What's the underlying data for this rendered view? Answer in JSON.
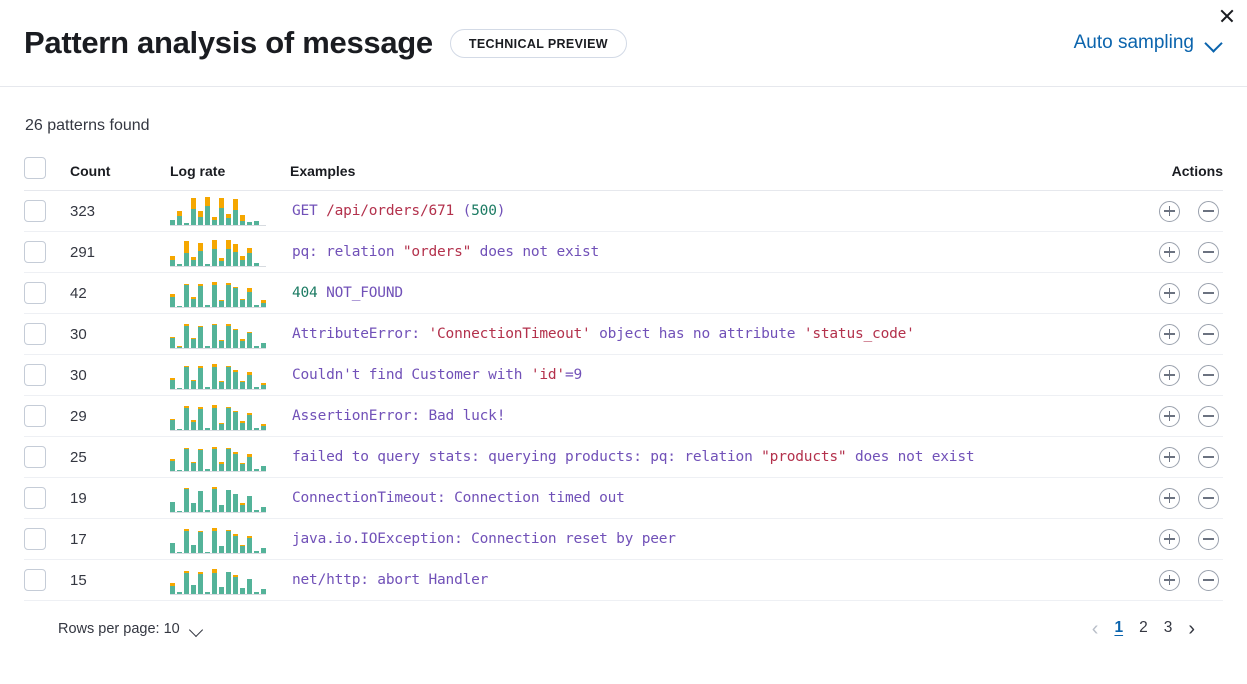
{
  "header": {
    "title": "Pattern analysis of message",
    "badge": "TECHNICAL PREVIEW",
    "sampling_label": "Auto sampling",
    "chevron_icon": "chevron-down-icon",
    "close_icon": "close-icon"
  },
  "summary": {
    "patterns_found": "26 patterns found"
  },
  "table": {
    "columns": {
      "select": "",
      "count": "Count",
      "log_rate": "Log rate",
      "examples": "Examples",
      "actions": "Actions"
    },
    "rows": [
      {
        "count": "323",
        "tokens": [
          {
            "text": "GET ",
            "type": "default"
          },
          {
            "text": "/api/orders/671",
            "type": "string"
          },
          {
            "text": " (",
            "type": "default"
          },
          {
            "text": "500",
            "type": "number"
          },
          {
            "text": ")",
            "type": "default"
          }
        ],
        "sparkline": [
          {
            "base": 0.18,
            "top": 0.0
          },
          {
            "base": 0.3,
            "top": 0.16
          },
          {
            "base": 0.06,
            "top": 0.0
          },
          {
            "base": 0.52,
            "top": 0.38
          },
          {
            "base": 0.26,
            "top": 0.22
          },
          {
            "base": 0.62,
            "top": 0.3
          },
          {
            "base": 0.18,
            "top": 0.1
          },
          {
            "base": 0.56,
            "top": 0.34
          },
          {
            "base": 0.24,
            "top": 0.12
          },
          {
            "base": 0.5,
            "top": 0.36
          },
          {
            "base": 0.14,
            "top": 0.2
          },
          {
            "base": 0.1,
            "top": 0.0
          },
          {
            "base": 0.12,
            "top": 0.0
          }
        ]
      },
      {
        "count": "291",
        "tokens": [
          {
            "text": "pq: relation ",
            "type": "default"
          },
          {
            "text": "\"orders\"",
            "type": "string"
          },
          {
            "text": " does not exist",
            "type": "default"
          }
        ],
        "sparkline": [
          {
            "base": 0.2,
            "top": 0.14
          },
          {
            "base": 0.06,
            "top": 0.0
          },
          {
            "base": 0.44,
            "top": 0.4
          },
          {
            "base": 0.2,
            "top": 0.1
          },
          {
            "base": 0.5,
            "top": 0.26
          },
          {
            "base": 0.08,
            "top": 0.0
          },
          {
            "base": 0.56,
            "top": 0.32
          },
          {
            "base": 0.18,
            "top": 0.1
          },
          {
            "base": 0.58,
            "top": 0.28
          },
          {
            "base": 0.46,
            "top": 0.26
          },
          {
            "base": 0.2,
            "top": 0.14
          },
          {
            "base": 0.42,
            "top": 0.18
          },
          {
            "base": 0.1,
            "top": 0.0
          }
        ]
      },
      {
        "count": "42",
        "tokens": [
          {
            "text": "404",
            "type": "number"
          },
          {
            "text": " NOT_FOUND",
            "type": "default"
          }
        ],
        "sparkline": [
          {
            "base": 0.34,
            "top": 0.08
          },
          {
            "base": 0.05,
            "top": 0.0
          },
          {
            "base": 0.72,
            "top": 0.05
          },
          {
            "base": 0.28,
            "top": 0.04
          },
          {
            "base": 0.7,
            "top": 0.06
          },
          {
            "base": 0.06,
            "top": 0.0
          },
          {
            "base": 0.72,
            "top": 0.1
          },
          {
            "base": 0.2,
            "top": 0.05
          },
          {
            "base": 0.74,
            "top": 0.06
          },
          {
            "base": 0.62,
            "top": 0.05
          },
          {
            "base": 0.22,
            "top": 0.04
          },
          {
            "base": 0.5,
            "top": 0.12
          },
          {
            "base": 0.08,
            "top": 0.0
          },
          {
            "base": 0.14,
            "top": 0.08
          }
        ]
      },
      {
        "count": "30",
        "tokens": [
          {
            "text": "AttributeError: ",
            "type": "default"
          },
          {
            "text": "'ConnectionTimeout'",
            "type": "string"
          },
          {
            "text": " object has no attribute ",
            "type": "default"
          },
          {
            "text": "'status_code'",
            "type": "string"
          }
        ],
        "sparkline": [
          {
            "base": 0.32,
            "top": 0.06
          },
          {
            "base": 0.04,
            "top": 0.04
          },
          {
            "base": 0.74,
            "top": 0.05
          },
          {
            "base": 0.3,
            "top": 0.05
          },
          {
            "base": 0.7,
            "top": 0.05
          },
          {
            "base": 0.06,
            "top": 0.0
          },
          {
            "base": 0.76,
            "top": 0.05
          },
          {
            "base": 0.22,
            "top": 0.05
          },
          {
            "base": 0.74,
            "top": 0.05
          },
          {
            "base": 0.6,
            "top": 0.05
          },
          {
            "base": 0.24,
            "top": 0.05
          },
          {
            "base": 0.5,
            "top": 0.05
          },
          {
            "base": 0.08,
            "top": 0.0
          },
          {
            "base": 0.16,
            "top": 0.0
          }
        ]
      },
      {
        "count": "30",
        "tokens": [
          {
            "text": "Couldn't find Customer with ",
            "type": "default"
          },
          {
            "text": "'id'",
            "type": "string"
          },
          {
            "text": "=9",
            "type": "default"
          }
        ],
        "sparkline": [
          {
            "base": 0.3,
            "top": 0.08
          },
          {
            "base": 0.05,
            "top": 0.0
          },
          {
            "base": 0.72,
            "top": 0.06
          },
          {
            "base": 0.26,
            "top": 0.05
          },
          {
            "base": 0.7,
            "top": 0.06
          },
          {
            "base": 0.06,
            "top": 0.0
          },
          {
            "base": 0.74,
            "top": 0.08
          },
          {
            "base": 0.22,
            "top": 0.05
          },
          {
            "base": 0.72,
            "top": 0.05
          },
          {
            "base": 0.58,
            "top": 0.06
          },
          {
            "base": 0.22,
            "top": 0.05
          },
          {
            "base": 0.48,
            "top": 0.1
          },
          {
            "base": 0.08,
            "top": 0.0
          },
          {
            "base": 0.14,
            "top": 0.06
          }
        ]
      },
      {
        "count": "29",
        "tokens": [
          {
            "text": "AssertionError: Bad luck!",
            "type": "default"
          }
        ],
        "sparkline": [
          {
            "base": 0.32,
            "top": 0.06
          },
          {
            "base": 0.05,
            "top": 0.0
          },
          {
            "base": 0.74,
            "top": 0.05
          },
          {
            "base": 0.28,
            "top": 0.05
          },
          {
            "base": 0.7,
            "top": 0.06
          },
          {
            "base": 0.06,
            "top": 0.0
          },
          {
            "base": 0.74,
            "top": 0.08
          },
          {
            "base": 0.2,
            "top": 0.05
          },
          {
            "base": 0.72,
            "top": 0.05
          },
          {
            "base": 0.6,
            "top": 0.05
          },
          {
            "base": 0.24,
            "top": 0.05
          },
          {
            "base": 0.5,
            "top": 0.06
          },
          {
            "base": 0.08,
            "top": 0.0
          },
          {
            "base": 0.14,
            "top": 0.05
          }
        ]
      },
      {
        "count": "25",
        "tokens": [
          {
            "text": "failed to query stats: querying products: pq: relation ",
            "type": "default"
          },
          {
            "text": "\"products\"",
            "type": "string"
          },
          {
            "text": " does not exist",
            "type": "default"
          }
        ],
        "sparkline": [
          {
            "base": 0.34,
            "top": 0.06
          },
          {
            "base": 0.05,
            "top": 0.0
          },
          {
            "base": 0.72,
            "top": 0.06
          },
          {
            "base": 0.26,
            "top": 0.05
          },
          {
            "base": 0.7,
            "top": 0.05
          },
          {
            "base": 0.06,
            "top": 0.0
          },
          {
            "base": 0.74,
            "top": 0.06
          },
          {
            "base": 0.24,
            "top": 0.05
          },
          {
            "base": 0.72,
            "top": 0.05
          },
          {
            "base": 0.58,
            "top": 0.06
          },
          {
            "base": 0.22,
            "top": 0.05
          },
          {
            "base": 0.48,
            "top": 0.08
          },
          {
            "base": 0.08,
            "top": 0.0
          },
          {
            "base": 0.16,
            "top": 0.0
          }
        ]
      },
      {
        "count": "19",
        "tokens": [
          {
            "text": "ConnectionTimeout: Connection timed out",
            "type": "default"
          }
        ],
        "sparkline": [
          {
            "base": 0.34,
            "top": 0.0
          },
          {
            "base": 0.05,
            "top": 0.0
          },
          {
            "base": 0.76,
            "top": 0.05
          },
          {
            "base": 0.3,
            "top": 0.0
          },
          {
            "base": 0.7,
            "top": 0.0
          },
          {
            "base": 0.06,
            "top": 0.0
          },
          {
            "base": 0.76,
            "top": 0.06
          },
          {
            "base": 0.24,
            "top": 0.0
          },
          {
            "base": 0.74,
            "top": 0.0
          },
          {
            "base": 0.6,
            "top": 0.0
          },
          {
            "base": 0.24,
            "top": 0.06
          },
          {
            "base": 0.54,
            "top": 0.0
          },
          {
            "base": 0.08,
            "top": 0.0
          },
          {
            "base": 0.16,
            "top": 0.0
          }
        ]
      },
      {
        "count": "17",
        "tokens": [
          {
            "text": "java.io.IOException: Connection reset by peer",
            "type": "default"
          }
        ],
        "sparkline": [
          {
            "base": 0.32,
            "top": 0.0
          },
          {
            "base": 0.05,
            "top": 0.0
          },
          {
            "base": 0.72,
            "top": 0.09
          },
          {
            "base": 0.28,
            "top": 0.0
          },
          {
            "base": 0.7,
            "top": 0.05
          },
          {
            "base": 0.05,
            "top": 0.0
          },
          {
            "base": 0.74,
            "top": 0.08
          },
          {
            "base": 0.22,
            "top": 0.0
          },
          {
            "base": 0.72,
            "top": 0.05
          },
          {
            "base": 0.56,
            "top": 0.07
          },
          {
            "base": 0.22,
            "top": 0.05
          },
          {
            "base": 0.5,
            "top": 0.07
          },
          {
            "base": 0.08,
            "top": 0.0
          },
          {
            "base": 0.18,
            "top": 0.0
          }
        ]
      },
      {
        "count": "15",
        "tokens": [
          {
            "text": "net/http: abort Handler",
            "type": "default"
          }
        ],
        "sparkline": [
          {
            "base": 0.26,
            "top": 0.12
          },
          {
            "base": 0.06,
            "top": 0.0
          },
          {
            "base": 0.7,
            "top": 0.08
          },
          {
            "base": 0.3,
            "top": 0.0
          },
          {
            "base": 0.66,
            "top": 0.06
          },
          {
            "base": 0.06,
            "top": 0.0
          },
          {
            "base": 0.7,
            "top": 0.12
          },
          {
            "base": 0.22,
            "top": 0.0
          },
          {
            "base": 0.72,
            "top": 0.0
          },
          {
            "base": 0.56,
            "top": 0.07
          },
          {
            "base": 0.2,
            "top": 0.0
          },
          {
            "base": 0.5,
            "top": 0.0
          },
          {
            "base": 0.08,
            "top": 0.0
          },
          {
            "base": 0.16,
            "top": 0.0
          }
        ]
      }
    ],
    "action_icons": {
      "add": "circle-plus-icon",
      "remove": "circle-minus-icon"
    }
  },
  "footer": {
    "rows_per_page": "Rows per page: 10",
    "prev_icon": "chevron-left-icon",
    "next_icon": "chevron-right-icon",
    "pages": [
      "1",
      "2",
      "3"
    ],
    "active_page": "1"
  },
  "colors": {
    "accent": "#0b64ad",
    "spark_base": "#54b399",
    "spark_top": "#f5a700",
    "token_default": "#7151b8",
    "token_string": "#b3314c",
    "token_number": "#1c7b63"
  }
}
